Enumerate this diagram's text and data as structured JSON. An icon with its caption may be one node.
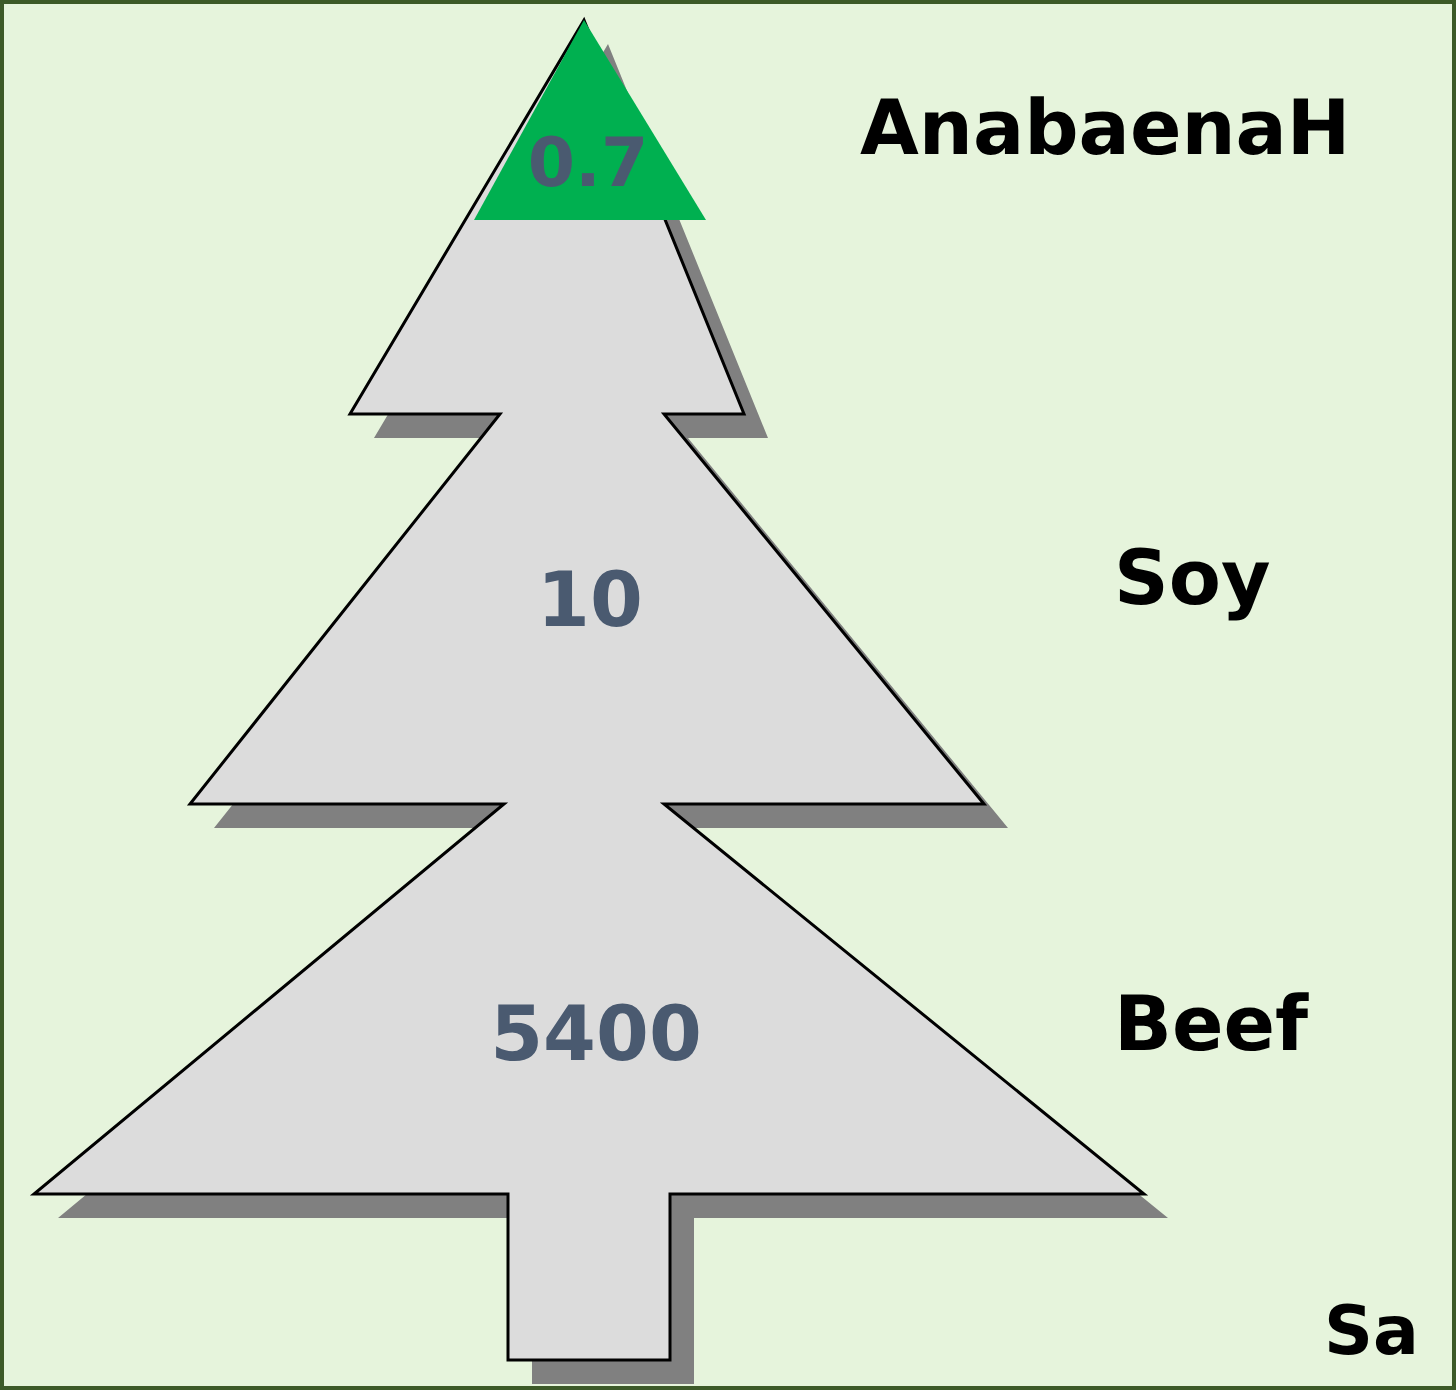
{
  "diagram": {
    "nodes": [
      {
        "text": [
          "0.7"
        ],
        "beside": [
          "AnabaenaH"
        ]
      },
      {
        "text": [
          "10"
        ],
        "beside": [
          "Soy"
        ]
      },
      {
        "text": [
          "5400"
        ],
        "beside": [
          "Beef"
        ]
      }
    ],
    "labels": [
      "Sa"
    ]
  }
}
